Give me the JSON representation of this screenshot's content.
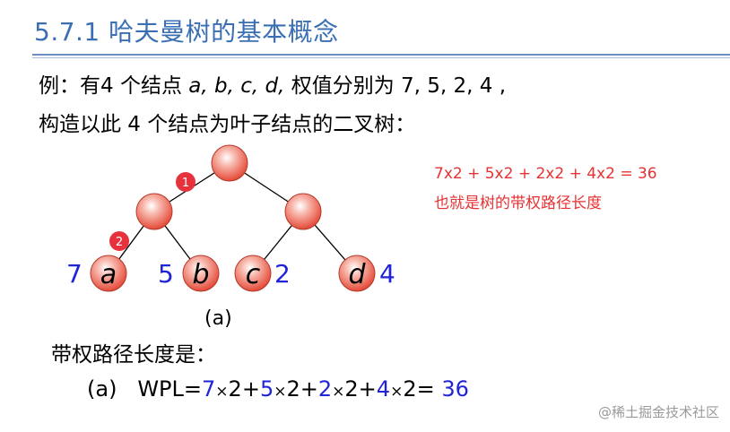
{
  "title": "5.7.1 哈夫曼树的基本概念",
  "example": {
    "prefix": "例：有4 个结点 ",
    "nodes_text": "a, b, c, d,",
    "suffix": "  权值分别为 7, 5, 2, 4 ,",
    "line2": "构造以此 4 个结点为叶子结点的二叉树："
  },
  "note": {
    "line1": "7x2 + 5x2 + 2x2 + 4x2 = 36",
    "line2": "也就是树的带权路径长度"
  },
  "tree": {
    "leaves": [
      {
        "name": "a",
        "weight": "7"
      },
      {
        "name": "b",
        "weight": "5"
      },
      {
        "name": "c",
        "weight": "2"
      },
      {
        "name": "d",
        "weight": "4"
      }
    ],
    "markers": [
      "1",
      "2"
    ],
    "caption": "(a)"
  },
  "wpl": {
    "label": "带权路径长度是：",
    "case": "(a)",
    "lhs": "WPL=",
    "terms": [
      {
        "w": "7",
        "times": "×",
        "d": "2",
        "op": "+"
      },
      {
        "w": "5",
        "times": "×",
        "d": "2",
        "op": "+"
      },
      {
        "w": "2",
        "times": "×",
        "d": "2",
        "op": "+"
      },
      {
        "w": "4",
        "times": "×",
        "d": "2",
        "op": "="
      }
    ],
    "result": "36"
  },
  "watermark": "@稀土掘金技术社区",
  "colors": {
    "title": "#3a6fb4",
    "weight_blue": "#1f24d6",
    "note_red": "#e63232",
    "node_fill": "#ef5a4a",
    "marker_red": "#e5323c"
  }
}
